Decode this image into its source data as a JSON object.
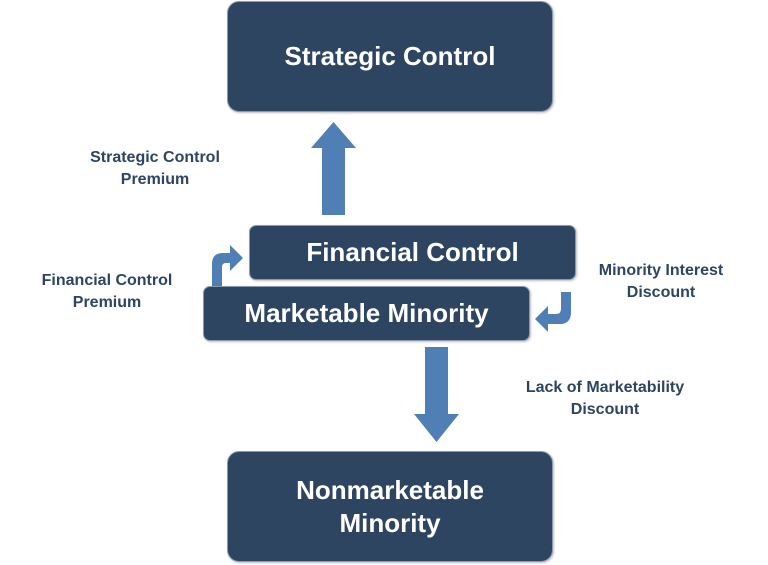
{
  "boxes": {
    "strategic_control": "Strategic Control",
    "financial_control": "Financial Control",
    "marketable_minority": "Marketable Minority",
    "nonmarketable_minority_line1": "Nonmarketable",
    "nonmarketable_minority_line2": "Minority"
  },
  "labels": {
    "strategic_control_premium_line1": "Strategic Control",
    "strategic_control_premium_line2": "Premium",
    "financial_control_premium_line1": "Financial Control",
    "financial_control_premium_line2": "Premium",
    "minority_interest_discount_line1": "Minority Interest",
    "minority_interest_discount_line2": "Discount",
    "lack_of_marketability_discount_line1": "Lack of Marketability",
    "lack_of_marketability_discount_line2": "Discount"
  },
  "colors": {
    "box_fill": "#2d4561",
    "arrow_fill": "#4f7fb5",
    "label_text": "#2d4561"
  }
}
